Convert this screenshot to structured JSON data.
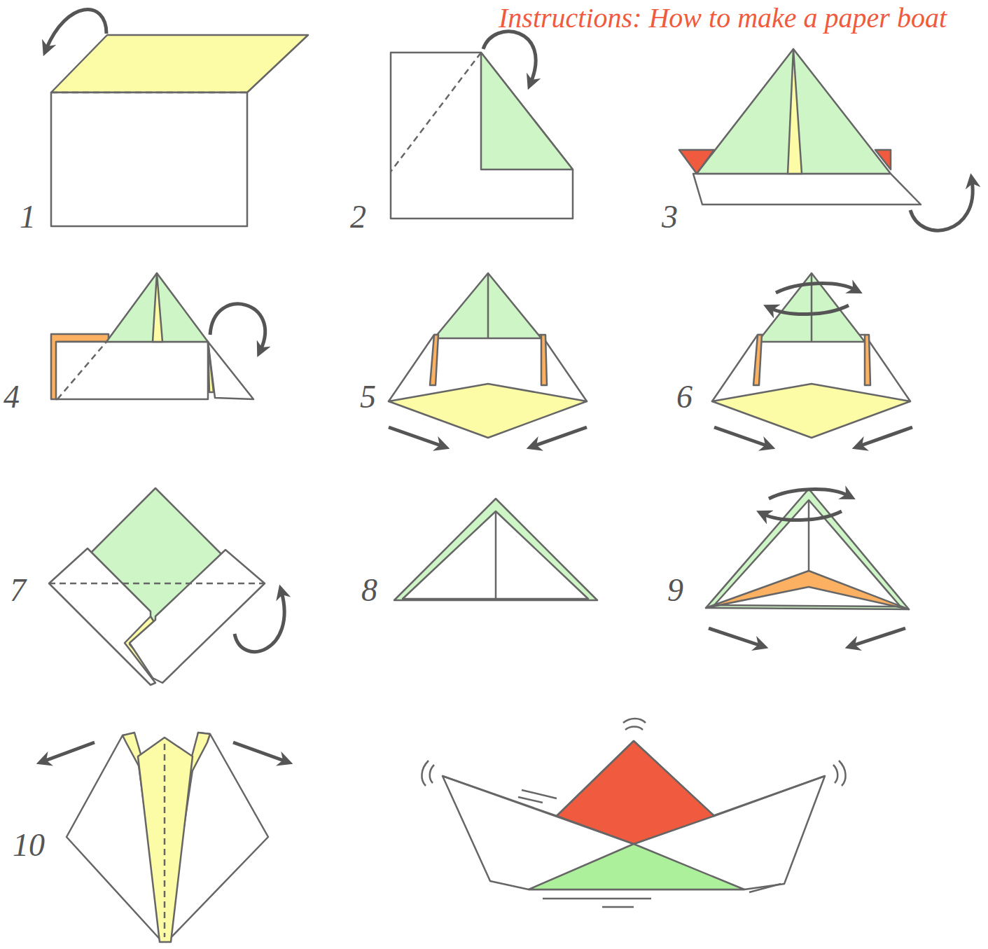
{
  "diagram": {
    "title": "Instructions: How to make a paper boat",
    "labels": [
      "1",
      "2",
      "3",
      "4",
      "5",
      "6",
      "7",
      "8",
      "9",
      "10"
    ]
  }
}
